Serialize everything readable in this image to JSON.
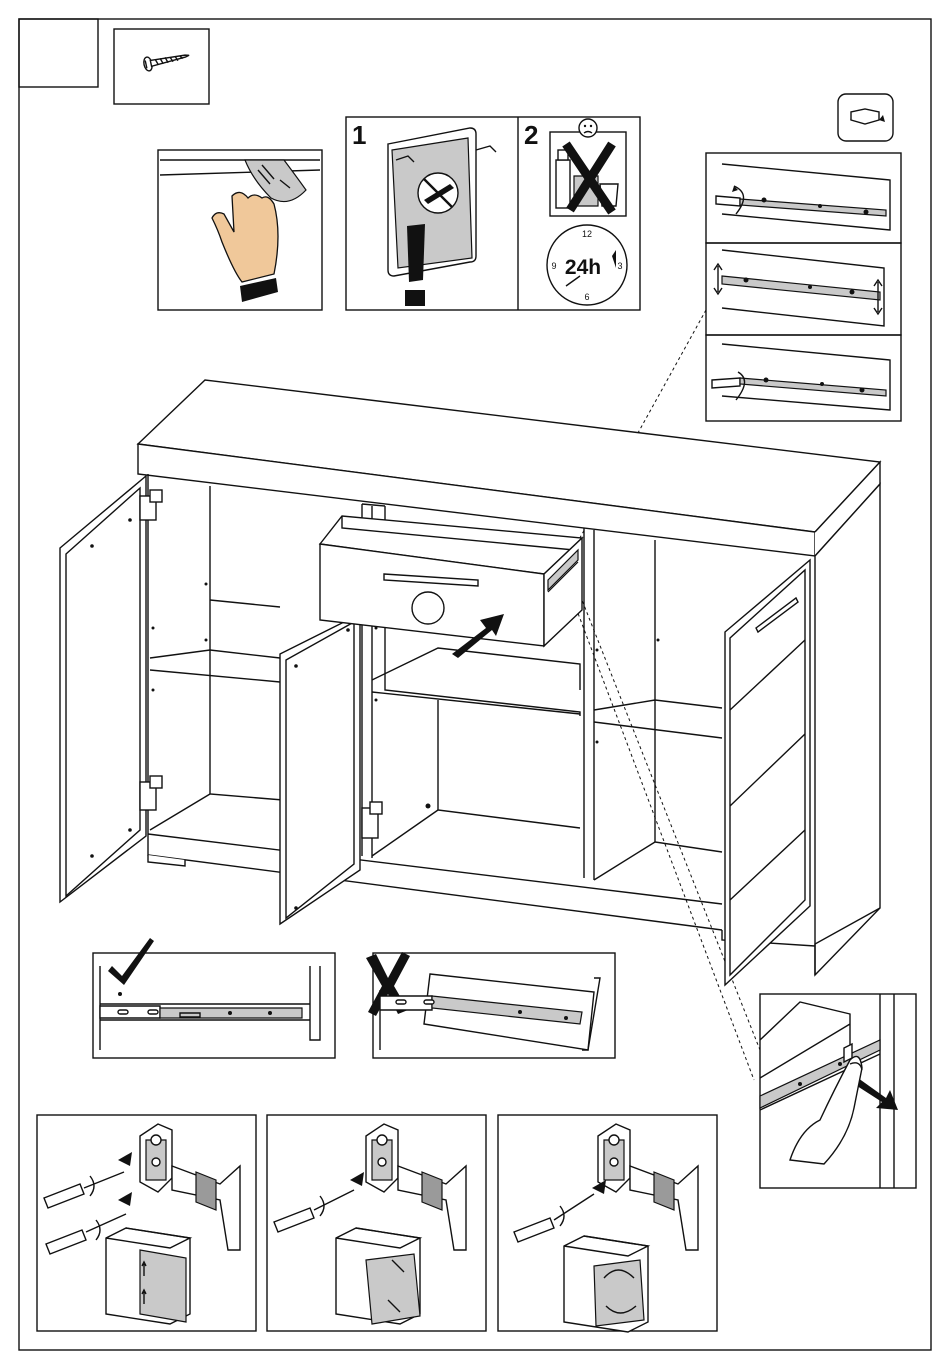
{
  "panels": {
    "step_1_label": "1",
    "step_2_label": "2",
    "wait_time_label": "24h",
    "clock_marks": {
      "top": "12",
      "right": "3",
      "bottom": "6",
      "left": "9"
    }
  },
  "icons": {
    "screw": "screw-icon",
    "rotate_cabinet": "rotate-cabinet-icon",
    "peel_film": "peel-film-icon",
    "no_knife": "no-knife-icon",
    "no_chemicals": "no-chemicals-icon",
    "sad_face": "sad-face-icon",
    "correct_mark": "checkmark-icon",
    "wrong_mark": "cross-icon",
    "push_arrow": "push-arrow-icon",
    "screwdriver": "screwdriver-icon",
    "hinge": "hinge-icon"
  },
  "colors": {
    "line": "#111111",
    "background": "#ffffff",
    "grey_fill": "#c9c9c9",
    "dark_grey_fill": "#9a9a9a",
    "skin": "#f0c89a"
  }
}
